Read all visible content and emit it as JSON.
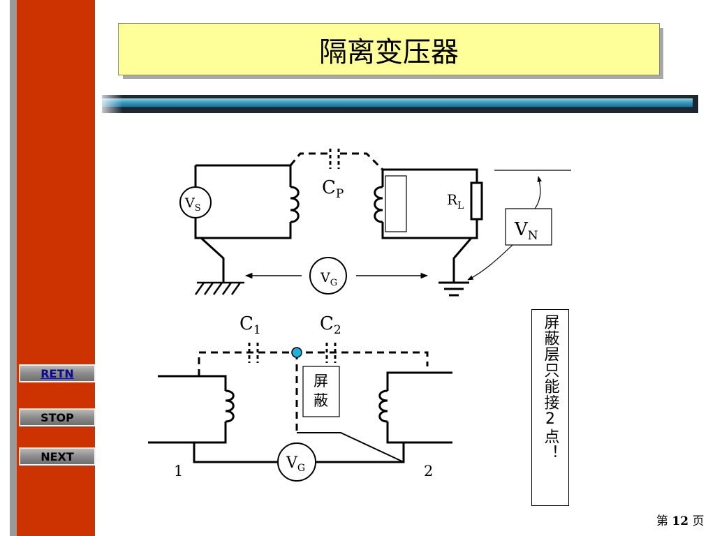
{
  "title": "隔离变压器",
  "nav": {
    "retn": "RETN",
    "stop": "STOP",
    "next": "NEXT"
  },
  "page": {
    "prefix": "第",
    "number": "12",
    "suffix": "页"
  },
  "note": "屏蔽层只能接2点！",
  "top_circuit": {
    "source": {
      "main": "V",
      "sub": "S"
    },
    "parasitic_cap": {
      "main": "C",
      "sub": "P"
    },
    "load": {
      "main": "R",
      "sub": "L"
    },
    "noise": {
      "main": "V",
      "sub": "N"
    },
    "ground_source": {
      "main": "V",
      "sub": "G"
    }
  },
  "bottom_circuit": {
    "cap1": {
      "main": "C",
      "sub": "1"
    },
    "cap2": {
      "main": "C",
      "sub": "2"
    },
    "shield": "屏蔽",
    "ground_source": {
      "main": "V",
      "sub": "G"
    },
    "node1": "1",
    "node2": "2"
  },
  "colors": {
    "sidebar": "#cc3300",
    "title_bg": "#ffff99",
    "shield_node": "#19b4e0"
  }
}
